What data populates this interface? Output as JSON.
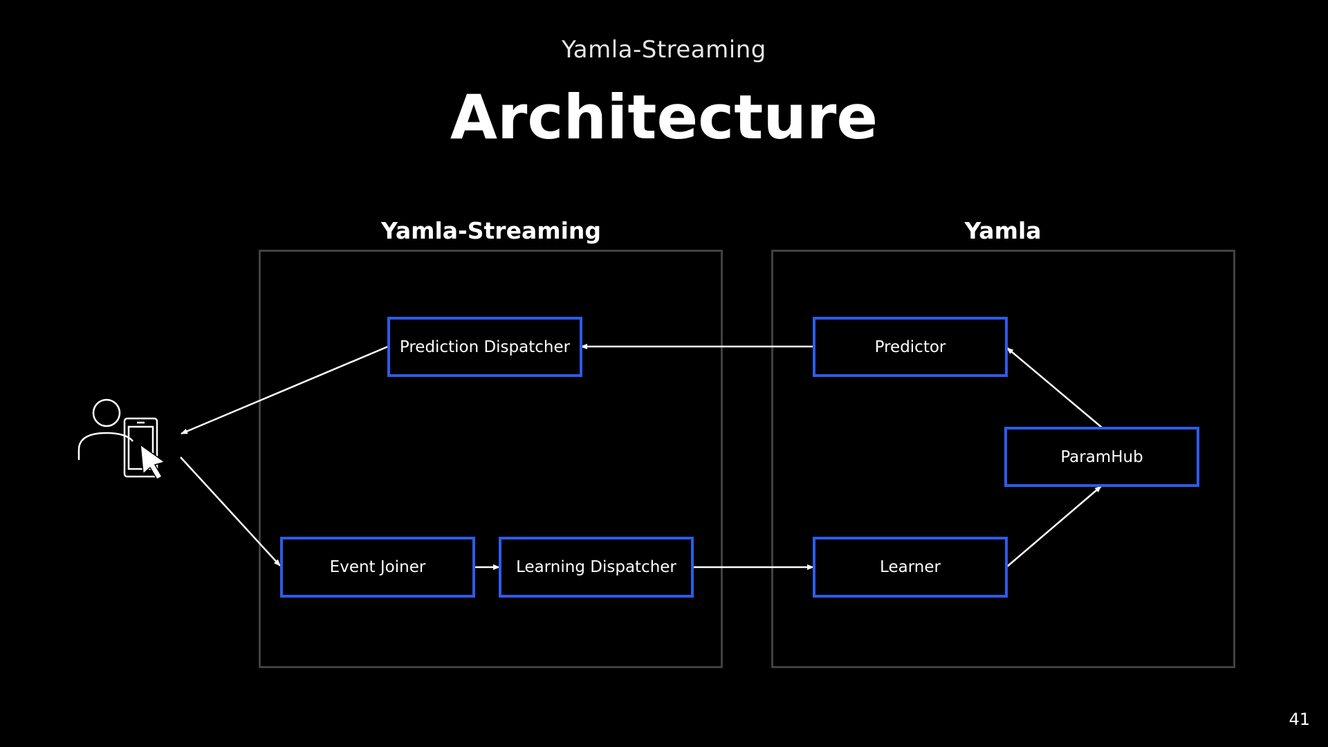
{
  "slide": {
    "subtitle": "Yamla-Streaming",
    "title": "Architecture",
    "page_number": "41"
  },
  "groups": {
    "streaming": {
      "label": "Yamla-Streaming"
    },
    "yamla": {
      "label": "Yamla"
    }
  },
  "nodes": {
    "prediction_dispatcher": "Prediction Dispatcher",
    "event_joiner": "Event Joiner",
    "learning_dispatcher": "Learning Dispatcher",
    "predictor": "Predictor",
    "paramhub": "ParamHub",
    "learner": "Learner"
  },
  "edges": [
    {
      "from": "predictor",
      "to": "prediction_dispatcher"
    },
    {
      "from": "prediction_dispatcher",
      "to": "user"
    },
    {
      "from": "user",
      "to": "event_joiner"
    },
    {
      "from": "event_joiner",
      "to": "learning_dispatcher"
    },
    {
      "from": "learning_dispatcher",
      "to": "learner"
    },
    {
      "from": "learner",
      "to": "paramhub"
    },
    {
      "from": "paramhub",
      "to": "predictor"
    }
  ],
  "icons": {
    "user": "user-with-phone-and-cursor-icon"
  },
  "colors": {
    "background": "#000000",
    "node_border": "#2f5bea",
    "group_border": "#404040",
    "text": "#ffffff"
  }
}
